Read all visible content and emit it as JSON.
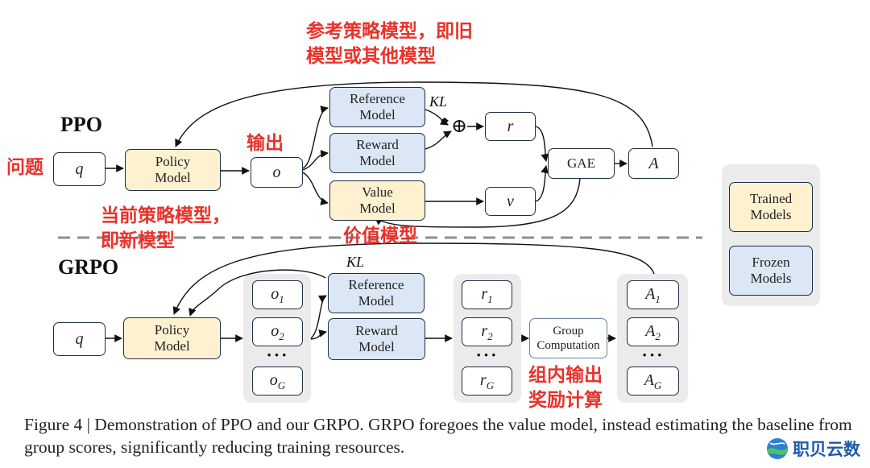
{
  "ppo": {
    "title": "PPO",
    "q": "q",
    "policy": [
      "Policy",
      "Model"
    ],
    "o": "o",
    "reference": [
      "Reference",
      "Model"
    ],
    "reward": [
      "Reward",
      "Model"
    ],
    "value": [
      "Value",
      "Model"
    ],
    "kl": "KL",
    "plus": "⊕",
    "r": "r",
    "v": "v",
    "gae": "GAE",
    "a": "A"
  },
  "grpo": {
    "title": "GRPO",
    "q": "q",
    "policy": [
      "Policy",
      "Model"
    ],
    "kl": "KL",
    "reference": [
      "Reference",
      "Model"
    ],
    "reward": [
      "Reward",
      "Model"
    ],
    "group": [
      "Group",
      "Computation"
    ],
    "o": [
      "o",
      "1",
      "o",
      "2",
      "o",
      "G"
    ],
    "r": [
      "r",
      "1",
      "r",
      "2",
      "r",
      "G"
    ],
    "a": [
      "A",
      "1",
      "A",
      "2",
      "A",
      "G"
    ],
    "dots": "···"
  },
  "legend": {
    "trained": [
      "Trained",
      "Models"
    ],
    "frozen": [
      "Frozen",
      "Models"
    ]
  },
  "annotations": {
    "reference_note": "参考策略模型，即旧\n模型或其他模型",
    "question": "问题",
    "output": "输出",
    "current_policy": "当前策略模型，\n即新模型",
    "value_model": "价值模型",
    "group_reward": "组内输出\n奖励计算"
  },
  "caption": "Figure 4 | Demonstration of PPO and our GRPO. GRPO foregoes the value model, instead estimating the baseline from group scores, significantly reducing training resources.",
  "watermark": "职贝云数",
  "colors": {
    "trained_fill": "#fdf1d0",
    "frozen_fill": "#dbe7f4",
    "box_border": "#1f2f44",
    "annotation_red": "#e8322a",
    "panel_gray": "#ebebeb",
    "watermark_blue": "#1e5aa8"
  }
}
